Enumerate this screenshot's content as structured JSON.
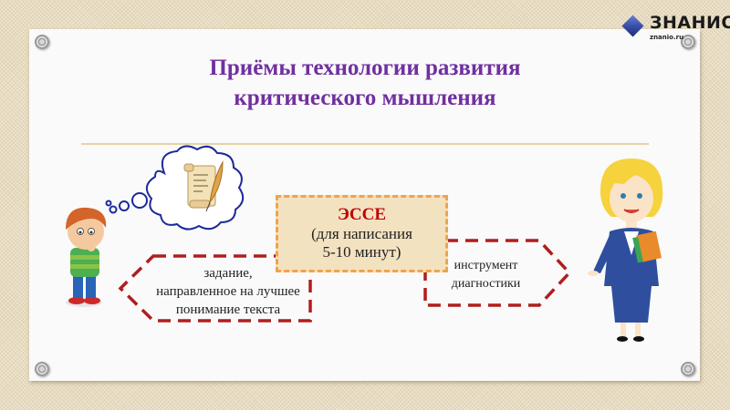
{
  "logo": {
    "name": "ЗНАНИО",
    "domain": "znanio.ru"
  },
  "slide": {
    "title_line1": "Приёмы технологии развития",
    "title_line2": "критического мышления",
    "center_box": {
      "title": "ЭССЕ",
      "subtitle_line1": "(для написания",
      "subtitle_line2": "5-10 минут)"
    },
    "left_callout": {
      "line1": "задание,",
      "line2": "направленное на лучшее",
      "line3": "понимание текста"
    },
    "right_callout": {
      "line1": "инструмент",
      "line2": "диагностики"
    },
    "illustrations": {
      "left": "thinking-boy",
      "thought_bubble_content": "scroll-and-quill",
      "right": "teacher-woman-with-books"
    }
  },
  "colors": {
    "title": "#7030a0",
    "essay_title": "#c00000",
    "essay_fill": "#f3e2c0",
    "essay_border": "#f2a348",
    "callout_border": "#b01e1e",
    "cloud_outline": "#1c2a9a",
    "divider": "#e6d2a6",
    "background": "#e8dcc0"
  }
}
